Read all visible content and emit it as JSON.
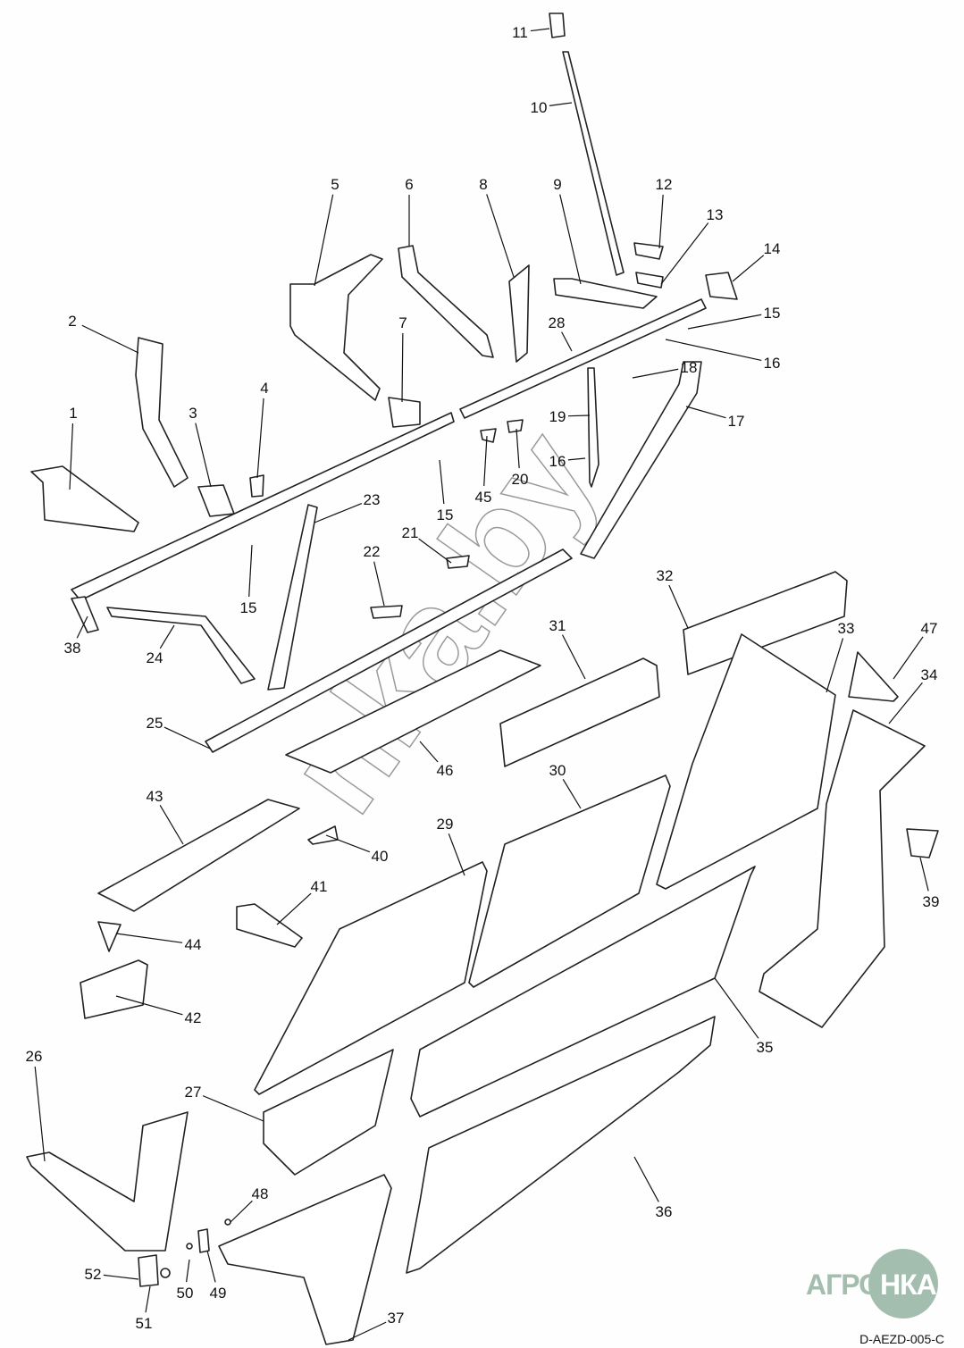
{
  "diagram": {
    "callouts": [
      "11",
      "10",
      "5",
      "6",
      "8",
      "9",
      "12",
      "13",
      "14",
      "15",
      "16",
      "28",
      "7",
      "2",
      "4",
      "3",
      "1",
      "18",
      "19",
      "17",
      "16",
      "45",
      "20",
      "15",
      "23",
      "21",
      "22",
      "15",
      "32",
      "31",
      "33",
      "47",
      "34",
      "38",
      "24",
      "25",
      "46",
      "30",
      "43",
      "29",
      "40",
      "41",
      "39",
      "44",
      "42",
      "35",
      "26",
      "27",
      "48",
      "36",
      "52",
      "50",
      "49",
      "51",
      "37"
    ],
    "watermark": "nka.by",
    "logo": {
      "left": "АГРО",
      "right": "НКА",
      "color": "#a3bdaf"
    },
    "drawing_code": "D-AEZD-005-C"
  }
}
